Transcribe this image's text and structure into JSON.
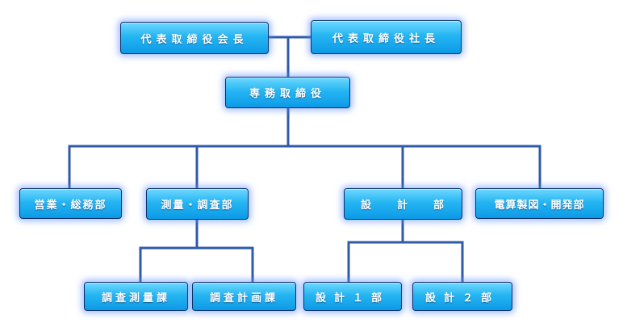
{
  "nodes": {
    "chairman": "代表取締役会長",
    "president": "代表取締役社長",
    "executive": "専務取締役",
    "sales": "営業・総務部",
    "survey": "測量・調査部",
    "design": "設　　計　　部",
    "electronic": "電算製図・開発部",
    "survey_section": "調査測量課",
    "planning_section": "調査計画課",
    "design1": "設計１部",
    "design2": "設計２部"
  },
  "colors": {
    "connector": "#2f5aa8",
    "box_fill": "#25b5f2",
    "box_border": "#0b2f6b",
    "glow": "#5a8cff"
  }
}
